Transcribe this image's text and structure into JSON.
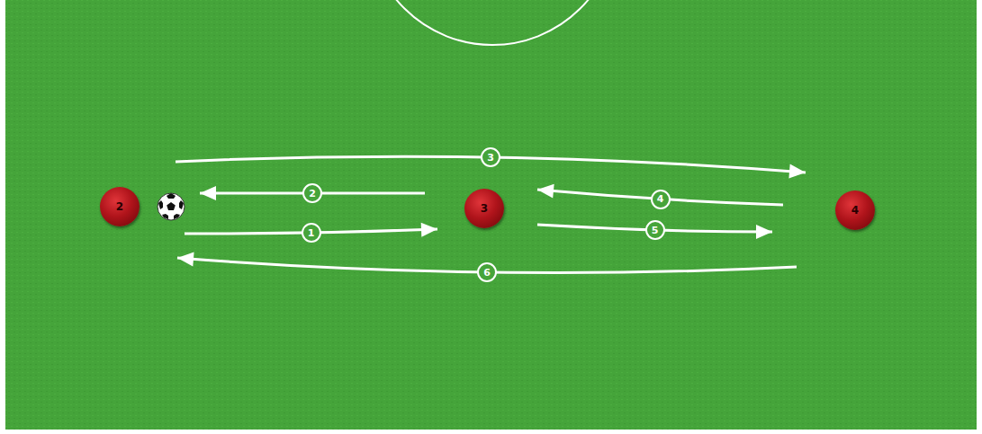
{
  "diagram": {
    "nodes": [
      {
        "text": [
          "2"
        ]
      },
      {
        "text": [
          "3"
        ]
      },
      {
        "text": [
          "4"
        ]
      }
    ],
    "edges": [
      {
        "from": 0,
        "to": 1,
        "arrow": "to",
        "label": "1"
      },
      {
        "from": 1,
        "to": 0,
        "arrow": "to",
        "label": "2"
      },
      {
        "from": 0,
        "to": 2,
        "arrow": "to",
        "label": "3"
      },
      {
        "from": 2,
        "to": 1,
        "arrow": "to",
        "label": "4"
      },
      {
        "from": 1,
        "to": 2,
        "arrow": "to",
        "label": "5"
      },
      {
        "from": 2,
        "to": 0,
        "arrow": "to",
        "label": "6"
      }
    ]
  }
}
